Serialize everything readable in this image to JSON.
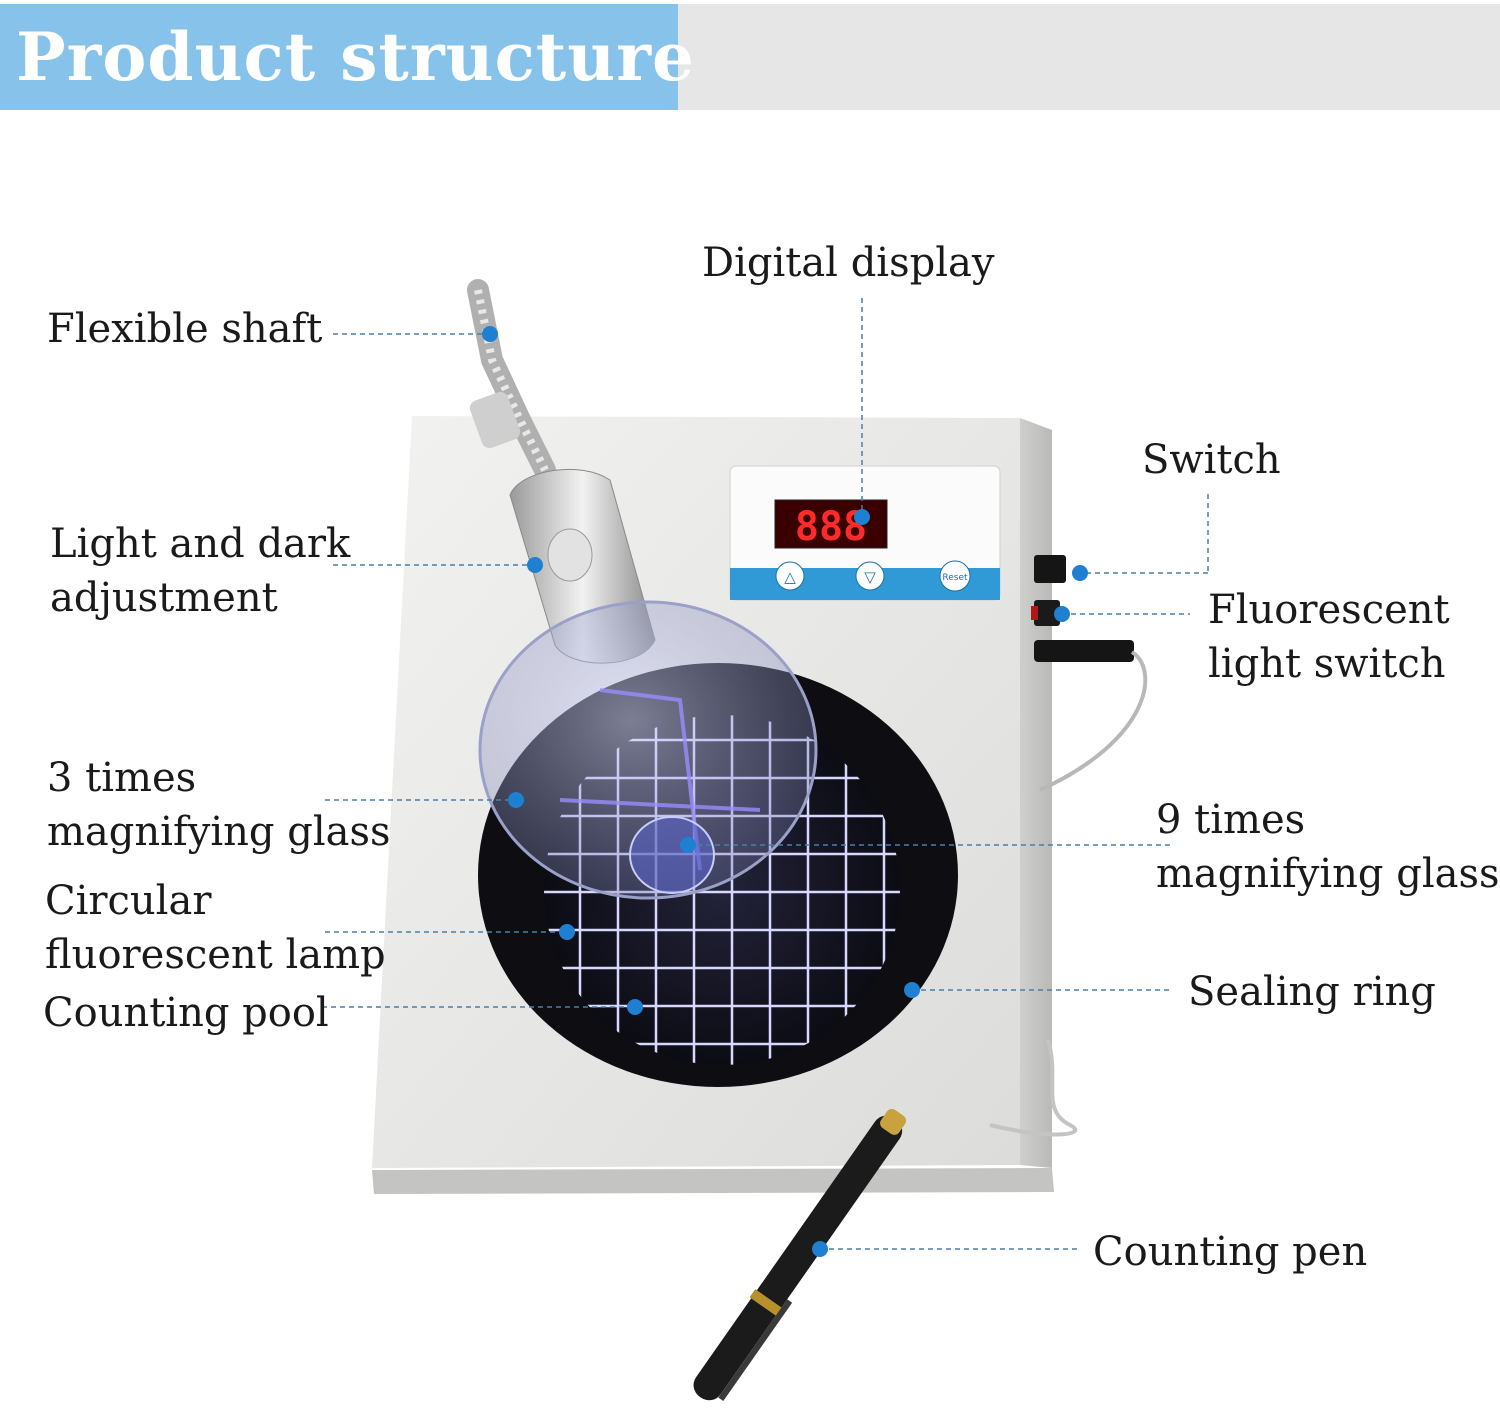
{
  "header": {
    "title": "Product structure"
  },
  "device": {
    "display_digits": "888",
    "button_up_glyph": "△",
    "button_down_glyph": "▽",
    "reset_label": "Reset"
  },
  "labels": {
    "flexible_shaft": "Flexible shaft",
    "digital_display": "Digital display",
    "switch": "Switch",
    "light_dark_line1": "Light and dark",
    "light_dark_line2": "adjustment",
    "fluorescent_switch_line1": "Fluorescent",
    "fluorescent_switch_line2": "light switch",
    "magnifier3_line1": "3 times",
    "magnifier3_line2": "magnifying glass",
    "magnifier9_line1": "9 times",
    "magnifier9_line2": "magnifying glass",
    "circular_lamp_line1": "Circular",
    "circular_lamp_line2": "fluorescent lamp",
    "counting_pool": "Counting pool",
    "sealing_ring": "Sealing ring",
    "counting_pen": "Counting pen"
  },
  "colors": {
    "header_blue": "#86c2e9",
    "header_gray": "#e6e6e6",
    "callout_dot": "#1f7fd1",
    "callout_line": "#4a7fa8",
    "display_red": "#ff2a2a",
    "panel_blue": "#2f9ad6",
    "grid_line": "#d8d8ff"
  },
  "icons": [
    "callout-dot-icon",
    "triangle-up-icon",
    "triangle-down-icon"
  ]
}
